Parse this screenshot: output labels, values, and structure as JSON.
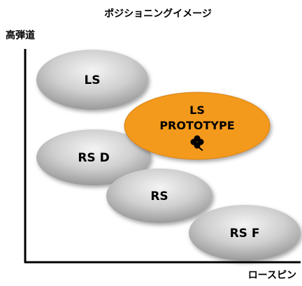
{
  "title": "ポジショニングイメージ",
  "y_axis_label": "高弾道",
  "x_axis_label": "ロースピン",
  "colors": {
    "grey_light": "#f2f2f2",
    "grey_dark": "#9a9a9a",
    "orange": "#f39a1e",
    "text": "#000000"
  },
  "ellipses": [
    {
      "label": "LS",
      "color_key": "grey"
    },
    {
      "label": "LS",
      "label2": "PROTOTYPE",
      "color_key": "orange",
      "icon": "clover-icon"
    },
    {
      "label": "RS D",
      "color_key": "grey"
    },
    {
      "label": "RS",
      "color_key": "grey"
    },
    {
      "label": "RS F",
      "color_key": "grey"
    }
  ]
}
